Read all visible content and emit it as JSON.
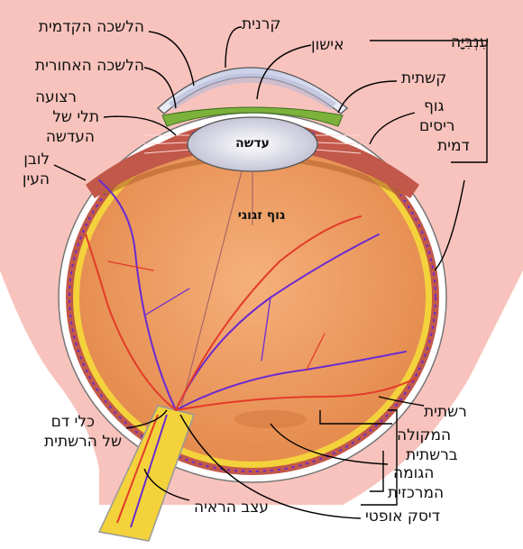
{
  "labels": {
    "cornea": "קרנית",
    "anterior_chamber": "הלשכה הקדמית",
    "posterior_chamber": "הלשכה האחורית",
    "pupil": "אישון",
    "zonular_fibres": [
      "רצועה",
      "תלי של",
      "העדשה"
    ],
    "sclera": [
      "לובן",
      "העין"
    ],
    "iris": "קשתית",
    "uvea": "עִנְבִּיָה",
    "ciliary_body": [
      "גוף",
      "ריסים"
    ],
    "choroid": "דמית",
    "lens": "עדשה",
    "vitreous": "גוף זגוגי",
    "retina": "רשתית",
    "macula": [
      "המקולה",
      "ברשתית"
    ],
    "fovea": [
      "הגומה",
      "המרכזית"
    ],
    "optic_disc": "דיסק אופטי",
    "optic_nerve": "עצב הראיה",
    "retinal_vessels": [
      "כלי דם",
      "של הרשתית"
    ]
  },
  "colors": {
    "background_skin": "#f8c3bd",
    "vitreous": "#ef9a5e",
    "ciliary": "#c1584a",
    "iris": "#7cb23c",
    "sclera": "#ffffff",
    "retina": "#f3d23c",
    "lens": "#dcdce8",
    "artery": "#e33b2a",
    "vein": "#6a2bd1"
  }
}
